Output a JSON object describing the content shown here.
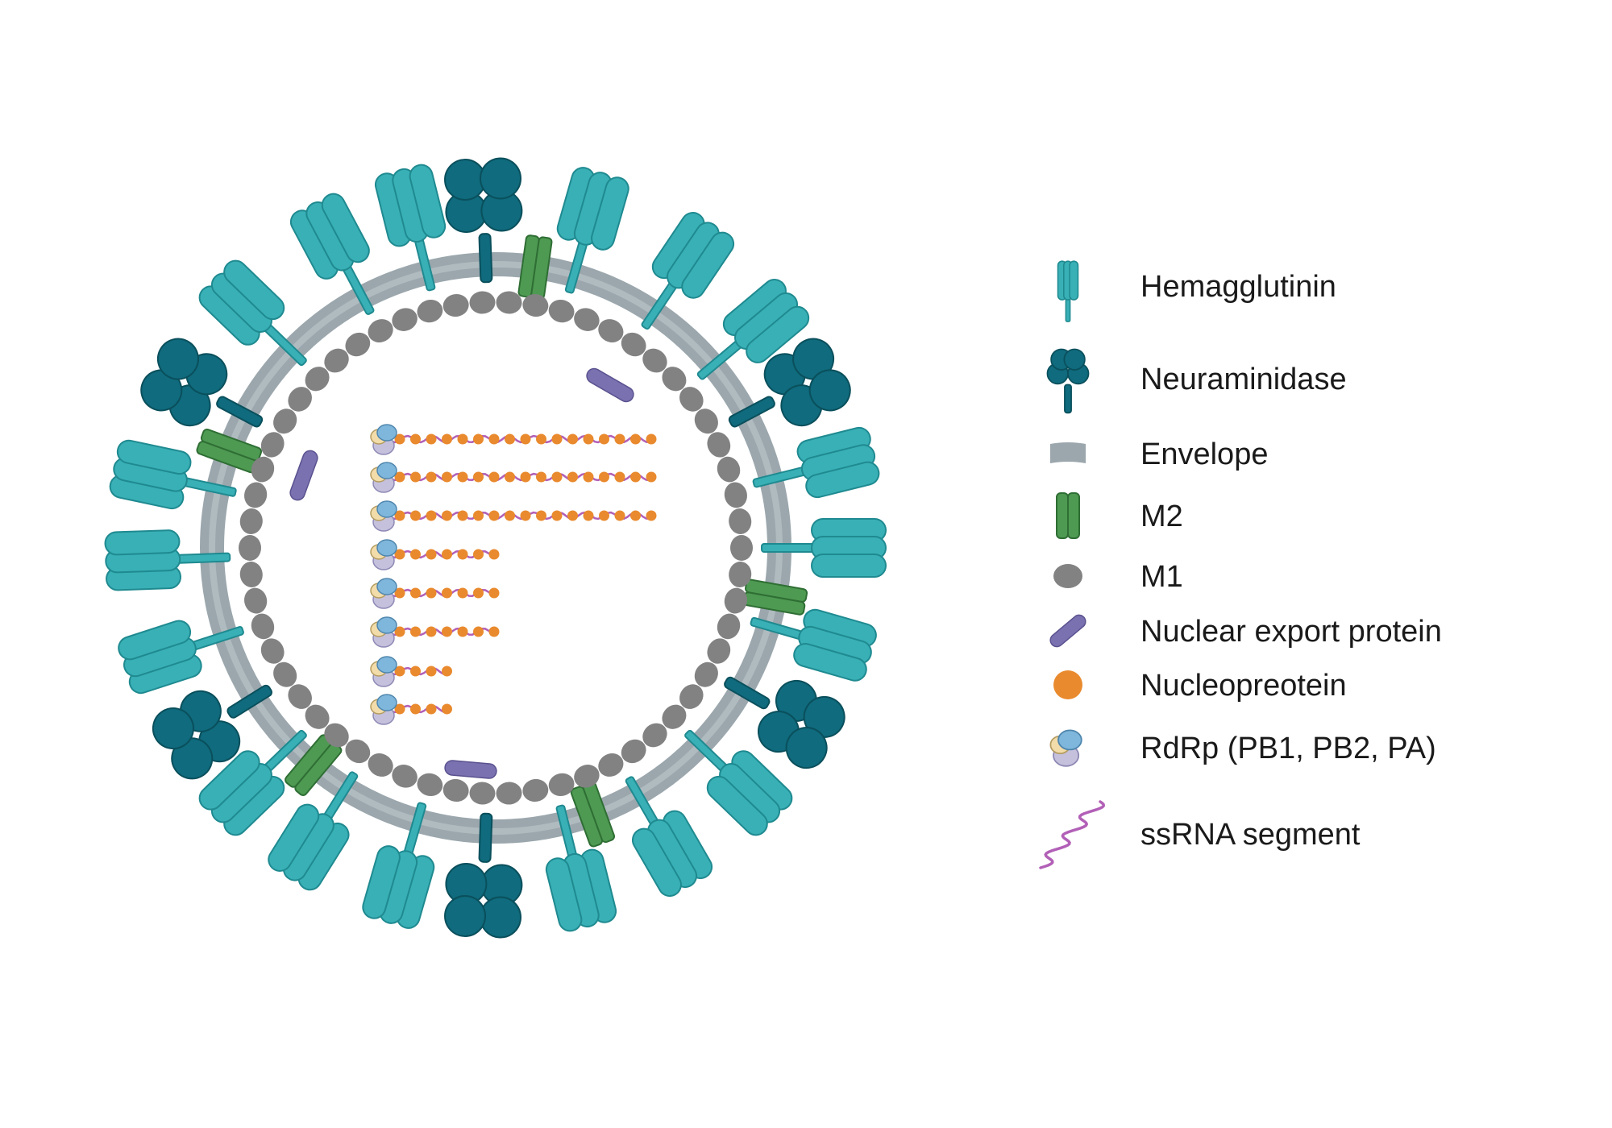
{
  "legend": {
    "items": [
      {
        "key": "hemagglutinin",
        "label": "Hemagglutinin",
        "icon": "hemagglutinin-icon"
      },
      {
        "key": "neuraminidase",
        "label": "Neuraminidase",
        "icon": "neuraminidase-icon"
      },
      {
        "key": "envelope",
        "label": "Envelope",
        "icon": "envelope-icon"
      },
      {
        "key": "m2",
        "label": "M2",
        "icon": "m2-channel-icon"
      },
      {
        "key": "m1",
        "label": "M1",
        "icon": "m1-protein-icon"
      },
      {
        "key": "nep",
        "label": "Nuclear export protein",
        "icon": "nuclear-export-protein-icon"
      },
      {
        "key": "np",
        "label": "Nucleopreotein",
        "icon": "nucleoprotein-icon"
      },
      {
        "key": "rdrp",
        "label": "RdRp (PB1, PB2, PA)",
        "icon": "rdrp-icon"
      },
      {
        "key": "ssrna",
        "label": "ssRNA segment",
        "icon": "ssrna-icon"
      }
    ]
  },
  "colors": {
    "hemagglutinin": "#38b0b6",
    "hemagglutinin_stroke": "#1f8a90",
    "neuraminidase": "#0f6b7d",
    "neuraminidase_stroke": "#0a4f5c",
    "envelope": "#9ba7ad",
    "envelope_inner": "#b9c3c8",
    "m2": "#4e9a52",
    "m2_stroke": "#2f6e34",
    "m1": "#828282",
    "nep": "#7a72b0",
    "nucleoprotein": "#e98a2e",
    "ssrna": "#b260b7",
    "rdrp_blue": "#7fb6dc",
    "rdrp_beige": "#f2dcaa",
    "rdrp_lavender": "#c5c1dd"
  },
  "virion": {
    "segments_np_counts": [
      17,
      17,
      17,
      7,
      7,
      7,
      4,
      4
    ]
  }
}
